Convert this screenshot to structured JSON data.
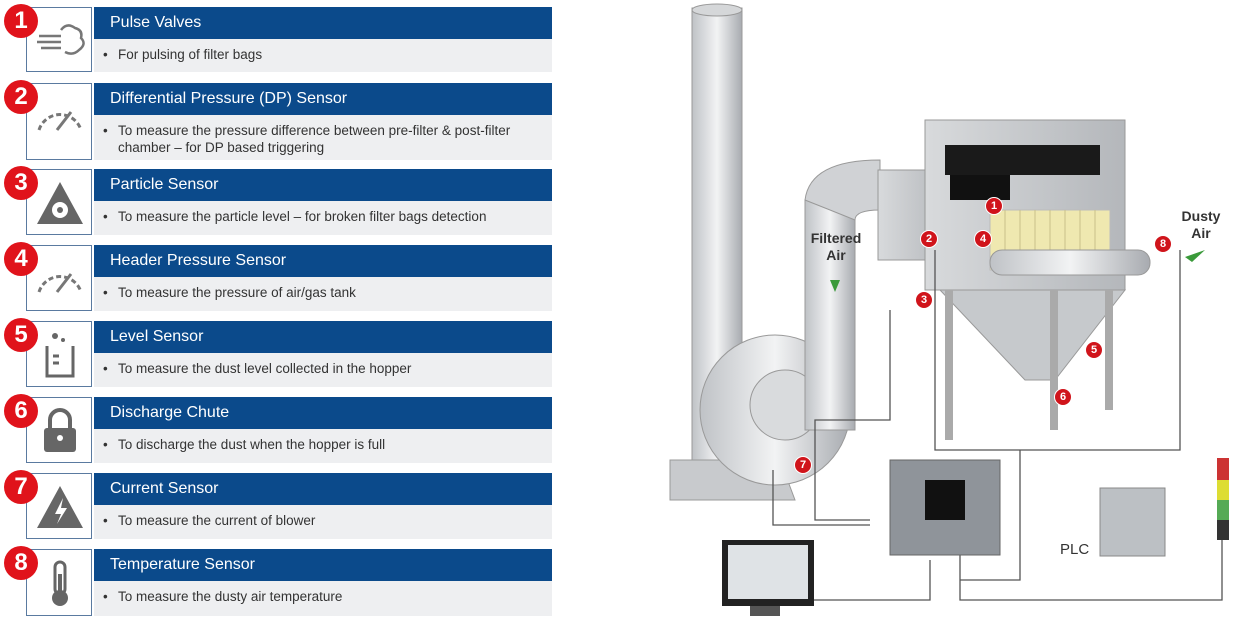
{
  "items": [
    {
      "num": "1",
      "title": "Pulse Valves",
      "desc": "For pulsing of filter bags",
      "icon": "air-puff-icon"
    },
    {
      "num": "2",
      "title": "Differential Pressure (DP) Sensor",
      "desc": "To measure the pressure difference between pre-filter & post-filter chamber – for DP based triggering",
      "icon": "gauge-icon"
    },
    {
      "num": "3",
      "title": "Particle Sensor",
      "desc": "To measure the particle level – for broken filter bags detection",
      "icon": "radiation-warning-icon"
    },
    {
      "num": "4",
      "title": "Header Pressure Sensor",
      "desc": "To measure the pressure of air/gas tank",
      "icon": "gauge-icon"
    },
    {
      "num": "5",
      "title": "Level Sensor",
      "desc": "To measure the dust level collected in the hopper",
      "icon": "beaker-icon"
    },
    {
      "num": "6",
      "title": "Discharge Chute",
      "desc": "To discharge the dust when the hopper is full",
      "icon": "lock-icon"
    },
    {
      "num": "7",
      "title": "Current Sensor",
      "desc": "To measure the current of blower",
      "icon": "electric-warning-icon"
    },
    {
      "num": "8",
      "title": "Temperature Sensor",
      "desc": "To measure the dusty air temperature",
      "icon": "thermometer-icon"
    }
  ],
  "diagram": {
    "filtered_air": "Filtered Air",
    "dusty_air": "Dusty Air",
    "plc": "PLC",
    "badges": [
      "1",
      "2",
      "3",
      "4",
      "5",
      "6",
      "7",
      "8"
    ]
  },
  "colors": {
    "header": "#0b4a8b",
    "badge": "#e0131b",
    "body": "#eeeff1"
  }
}
